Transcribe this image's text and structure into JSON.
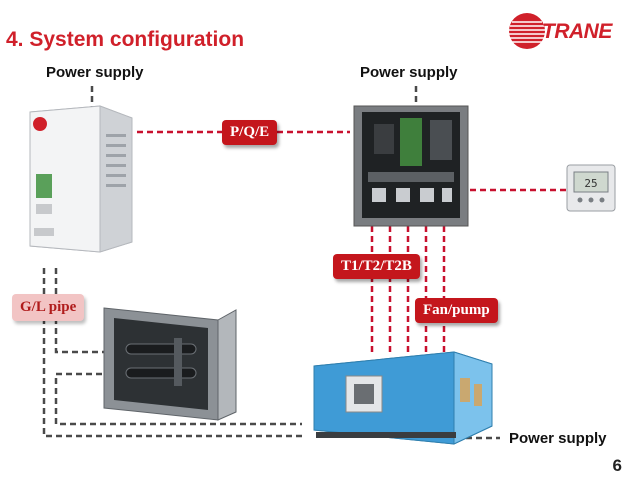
{
  "slide": {
    "title": "4. System configuration",
    "page_number": "6",
    "brand": "TRANE"
  },
  "labels": {
    "power_supply_left": "Power supply",
    "power_supply_right": "Power supply",
    "power_supply_bottom": "Power supply"
  },
  "tags": {
    "pqe": "P/Q/E",
    "t1t2": "T1/T2/T2B",
    "fan_pump": "Fan/pump",
    "gl_pipe": "G/L pipe"
  },
  "colors": {
    "accent_red": "#c4161c",
    "line_red": "#c8102e",
    "line_gray": "#4a4a4a",
    "ahu_blue": "#4aa8e0"
  },
  "icons": {
    "outdoor_unit": "vrf-outdoor-unit",
    "control_box": "control-box",
    "thermostat": "wired-controller",
    "heat_exchanger": "dx-coil",
    "ahu": "air-handling-unit"
  },
  "thermostat": {
    "display": "25"
  }
}
